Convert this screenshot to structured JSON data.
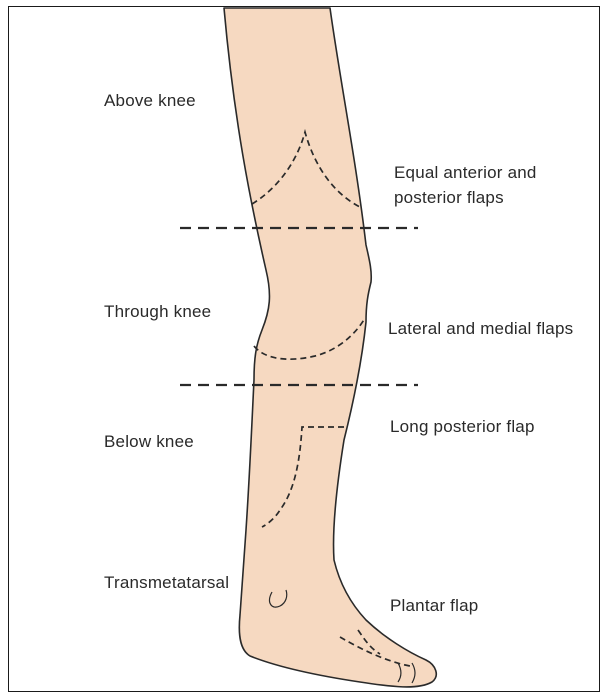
{
  "levels": {
    "above_knee": "Above knee",
    "through_knee": "Through knee",
    "below_knee": "Below knee",
    "transmetatarsal": "Transmetatarsal"
  },
  "flaps": {
    "equal_line1": "Equal anterior and",
    "equal_line2": "posterior flaps",
    "lateral_medial": "Lateral and medial flaps",
    "long_posterior": "Long posterior flap",
    "plantar": "Plantar flap"
  },
  "colors": {
    "skin": "#f6d9c1",
    "outline": "#2a2a2a"
  }
}
